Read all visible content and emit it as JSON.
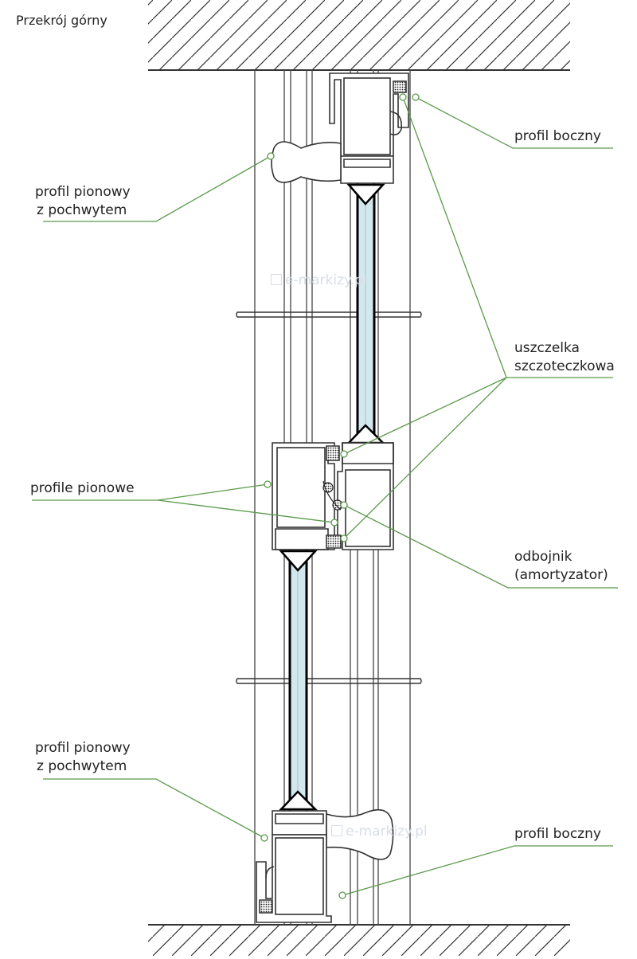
{
  "title": "Przekrój górny",
  "watermark": "e-markizy.pl",
  "labels": {
    "profil_pionowy_top": [
      "profil pionowy",
      "z pochwytem"
    ],
    "profil_boczny_top": "profil boczny",
    "uszczelka": [
      "uszczelka",
      "szczoteczkowa"
    ],
    "profile_pionowe": "profile pionowe",
    "odbojnik": [
      "odbojnik",
      "(amortyzator)"
    ],
    "profil_pionowy_bottom": [
      "profil pionowy",
      "z pochwytem"
    ],
    "profil_boczny_bottom": "profil boczny"
  },
  "colors": {
    "leader": "#5a9a4a",
    "line": "#333333",
    "glass_fill": "#d3e8ee",
    "glass_border": "#000000",
    "hatch": "#333333"
  }
}
